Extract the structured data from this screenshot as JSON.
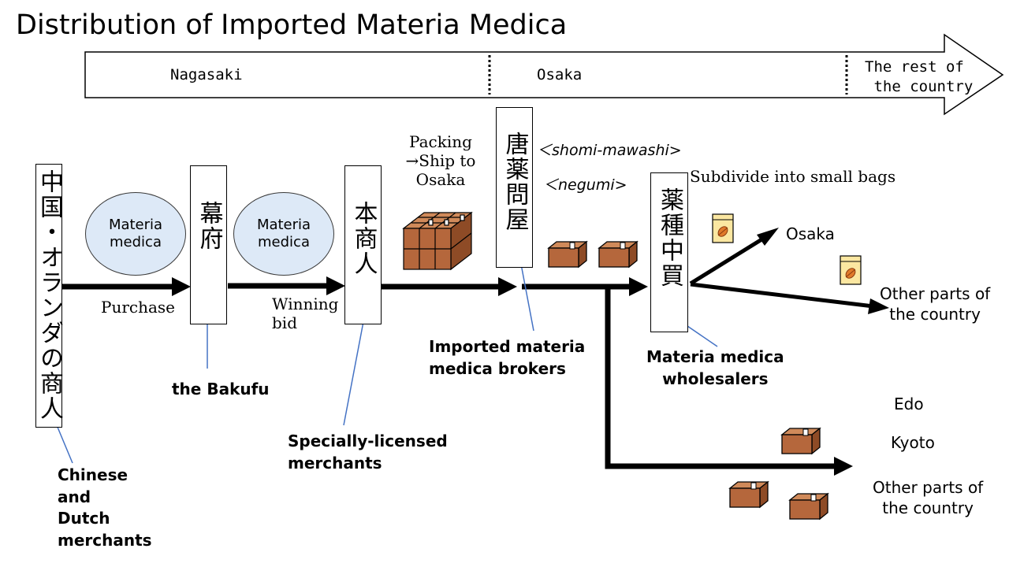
{
  "title": "Distribution of Imported Materia Medica",
  "stages": {
    "nagasaki": "Nagasaki",
    "osaka": "Osaka",
    "rest": "The rest of\n the country"
  },
  "boxes": {
    "merchants_jp": "中国・オランダの商人",
    "bakufu_jp": "幕府",
    "honsho_jp": "本商人",
    "brokers_jp": "唐薬問屋",
    "wholesalers_jp": "薬種中買"
  },
  "ellipses": {
    "first": "Materia\nmedica",
    "second": "Materia\nmedica"
  },
  "actions": {
    "purchase": "Purchase",
    "winning_bid": "Winning\nbid",
    "packing": "Packing\n→Ship to\nOsaka",
    "shomi": "＜shomi-mawashi>",
    "negumi": "＜negumi>",
    "subdivide": "Subdivide into small bags"
  },
  "labels": {
    "chinese_dutch": "Chinese\n and\nDutch\nmerchants",
    "bakufu": "the Bakufu",
    "specially": "Specially-licensed\n merchants",
    "brokers": "Imported materia\nmedica brokers",
    "wholesalers": "Materia medica\nwholesalers"
  },
  "destinations": {
    "osaka": "Osaka",
    "other1": "Other parts of\nthe country",
    "edo": "Edo",
    "kyoto": "Kyoto",
    "other2": "Other parts of\nthe country"
  },
  "colors": {
    "ellipse_fill": "#dde9f7",
    "leader_line": "#4472c4",
    "box_brown": "#b5673c",
    "bag_yellow": "#fbe7a1"
  }
}
